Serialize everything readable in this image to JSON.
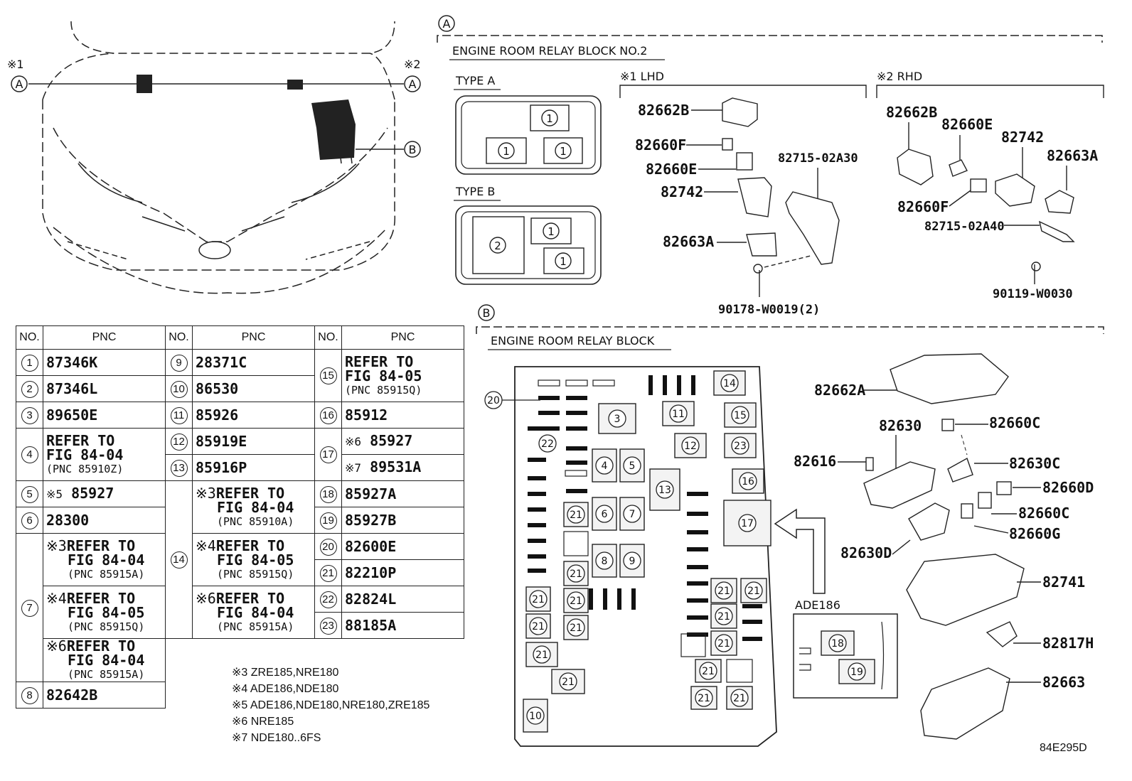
{
  "marks": {
    "x1": "※1",
    "x2": "※2",
    "A": "A",
    "B": "B"
  },
  "block_a": {
    "title": "ENGINE ROOM RELAY BLOCK NO.2",
    "type_a": "TYPE A",
    "type_b": "TYPE B",
    "lhd": "※1 LHD",
    "rhd": "※2 RHD",
    "fuse1": "1",
    "fuse2": "2"
  },
  "lhd_parts": [
    "82662B",
    "82660F",
    "82660E",
    "82742",
    "82663A",
    "82715-02A30",
    "90178-W0019(2)"
  ],
  "rhd_parts": [
    "82662B",
    "82660E",
    "82742",
    "82663A",
    "82660F",
    "82715-02A40",
    "90119-W0030"
  ],
  "block_b": {
    "title": "ENGINE ROOM RELAY BLOCK",
    "ade": "ADE186"
  },
  "block_b_parts": [
    "82662A",
    "82630",
    "82660C",
    "82616",
    "82630C",
    "82660D",
    "82660C",
    "82660G",
    "82630D",
    "82741",
    "82817H",
    "82663"
  ],
  "fuse_nums": [
    "3",
    "4",
    "5",
    "6",
    "7",
    "8",
    "9",
    "10",
    "11",
    "12",
    "13",
    "14",
    "15",
    "16",
    "17",
    "18",
    "19",
    "20",
    "21",
    "22",
    "23"
  ],
  "table": {
    "h_no": "NO.",
    "h_pnc": "PNC",
    "rows": {
      "r1": {
        "no": "1",
        "pnc": "87346K"
      },
      "r2": {
        "no": "2",
        "pnc": "87346L"
      },
      "r3": {
        "no": "3",
        "pnc": "89650E"
      },
      "r4": {
        "no": "4",
        "l1": "REFER TO",
        "l2": "FIG 84-04",
        "l3": "(PNC 85910Z)"
      },
      "r5": {
        "no": "5",
        "note": "※5",
        "pnc": "85927"
      },
      "r6": {
        "no": "6",
        "pnc": "28300"
      },
      "r7": {
        "no": "7",
        "a_note": "※3",
        "a1": "REFER TO",
        "a2": "FIG 84-04",
        "a3": "(PNC 85915A)",
        "b_note": "※4",
        "b1": "REFER TO",
        "b2": "FIG 84-05",
        "b3": "(PNC 85915Q)",
        "c_note": "※6",
        "c1": "REFER TO",
        "c2": "FIG 84-04",
        "c3": "(PNC 85915A)"
      },
      "r8": {
        "no": "8",
        "pnc": "82642B"
      },
      "r9": {
        "no": "9",
        "pnc": "28371C"
      },
      "r10": {
        "no": "10",
        "pnc": "86530"
      },
      "r11": {
        "no": "11",
        "pnc": "85926"
      },
      "r12": {
        "no": "12",
        "pnc": "85919E"
      },
      "r13": {
        "no": "13",
        "pnc": "85916P"
      },
      "r14": {
        "no": "14",
        "a_note": "※3",
        "a1": "REFER TO",
        "a2": "FIG 84-04",
        "a3": "(PNC 85910A)",
        "b_note": "※4",
        "b1": "REFER TO",
        "b2": "FIG 84-05",
        "b3": "(PNC 85915Q)",
        "c_note": "※6",
        "c1": "REFER TO",
        "c2": "FIG 84-04",
        "c3": "(PNC 85915A)"
      },
      "r15": {
        "no": "15",
        "l1": "REFER TO",
        "l2": "FIG 84-05",
        "l3": "(PNC 85915Q)"
      },
      "r16": {
        "no": "16",
        "pnc": "85912"
      },
      "r17": {
        "no": "17",
        "a_note": "※6",
        "a": "85927",
        "b_note": "※7",
        "b": "89531A"
      },
      "r18": {
        "no": "18",
        "pnc": "85927A"
      },
      "r19": {
        "no": "19",
        "pnc": "85927B"
      },
      "r20": {
        "no": "20",
        "pnc": "82600E"
      },
      "r21": {
        "no": "21",
        "pnc": "82210P"
      },
      "r22": {
        "no": "22",
        "pnc": "82824L"
      },
      "r23": {
        "no": "23",
        "pnc": "88185A"
      }
    }
  },
  "notes": [
    "※3 ZRE185,NRE180",
    "※4 ADE186,NDE180",
    "※5 ADE186,NDE180,NRE180,ZRE185",
    "※6 NRE185",
    "※7 NDE180..6FS"
  ],
  "diagram_code": "84E295D"
}
